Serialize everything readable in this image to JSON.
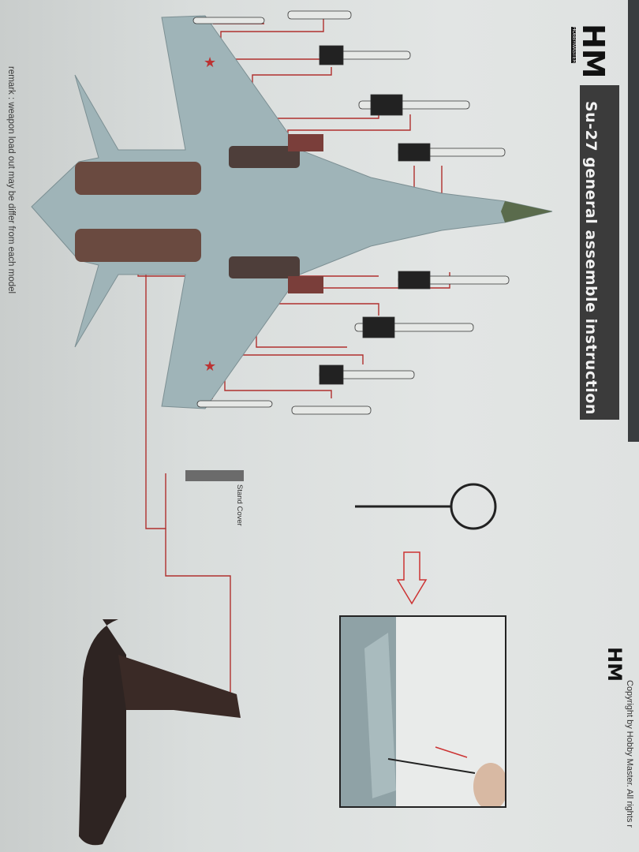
{
  "header": {
    "brand": "HM",
    "brand_sub": "HOBBYMASTER",
    "title": "Su-27 general assemble instruction"
  },
  "labels": {
    "stand_cover": "Stand Cover",
    "remark": "remark : weapon load out may be differ from each model",
    "copyright": "Copyright by Hobby Master. All rights r"
  },
  "colors": {
    "title_bar": "#3b3b3b",
    "aircraft": "#9fb4b8",
    "guide_lines": "#b0302e",
    "stand": "#3a2a26"
  }
}
